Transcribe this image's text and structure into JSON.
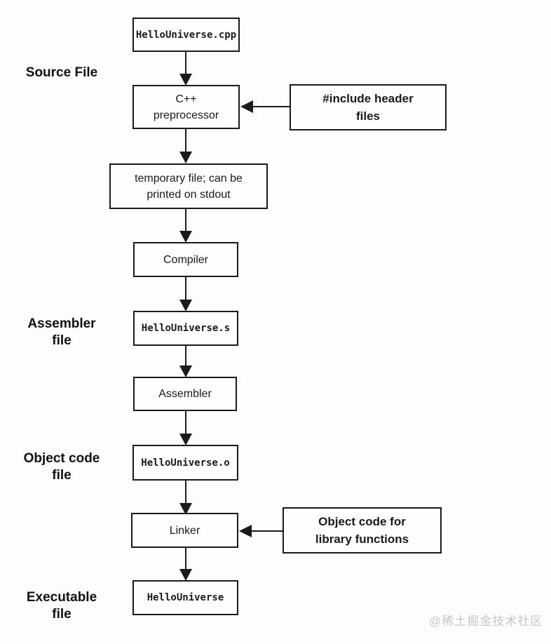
{
  "diagram": {
    "nodes": {
      "cpp": {
        "label": "HelloUniverse.cpp"
      },
      "preprocessor": {
        "line1": "C++",
        "line2": "preprocessor"
      },
      "temp": {
        "line1": "temporary file; can be",
        "line2": "printed on stdout"
      },
      "compiler": {
        "label": "Compiler"
      },
      "asm_file": {
        "label": "HelloUniverse.s"
      },
      "assembler": {
        "label": "Assembler"
      },
      "obj_file": {
        "label": "HelloUniverse.o"
      },
      "linker": {
        "label": "Linker"
      },
      "executable": {
        "label": "HelloUniverse"
      }
    },
    "annotations": {
      "include": {
        "line1": "#include header",
        "line2": "files"
      },
      "objlib": {
        "line1": "Object code for",
        "line2": "library functions"
      }
    },
    "stages": {
      "source": {
        "label": "Source File"
      },
      "assembler": {
        "line1": "Assembler",
        "line2": "file"
      },
      "object": {
        "line1": "Object code",
        "line2": "file"
      },
      "executable": {
        "line1": "Executable",
        "line2": "file"
      }
    },
    "watermark": {
      "text": "@稀土掘金技术社区"
    },
    "colors": {
      "line": "#1a1a1a",
      "box_fill": "#fefefe",
      "watermark": "#c6c6c6"
    }
  }
}
